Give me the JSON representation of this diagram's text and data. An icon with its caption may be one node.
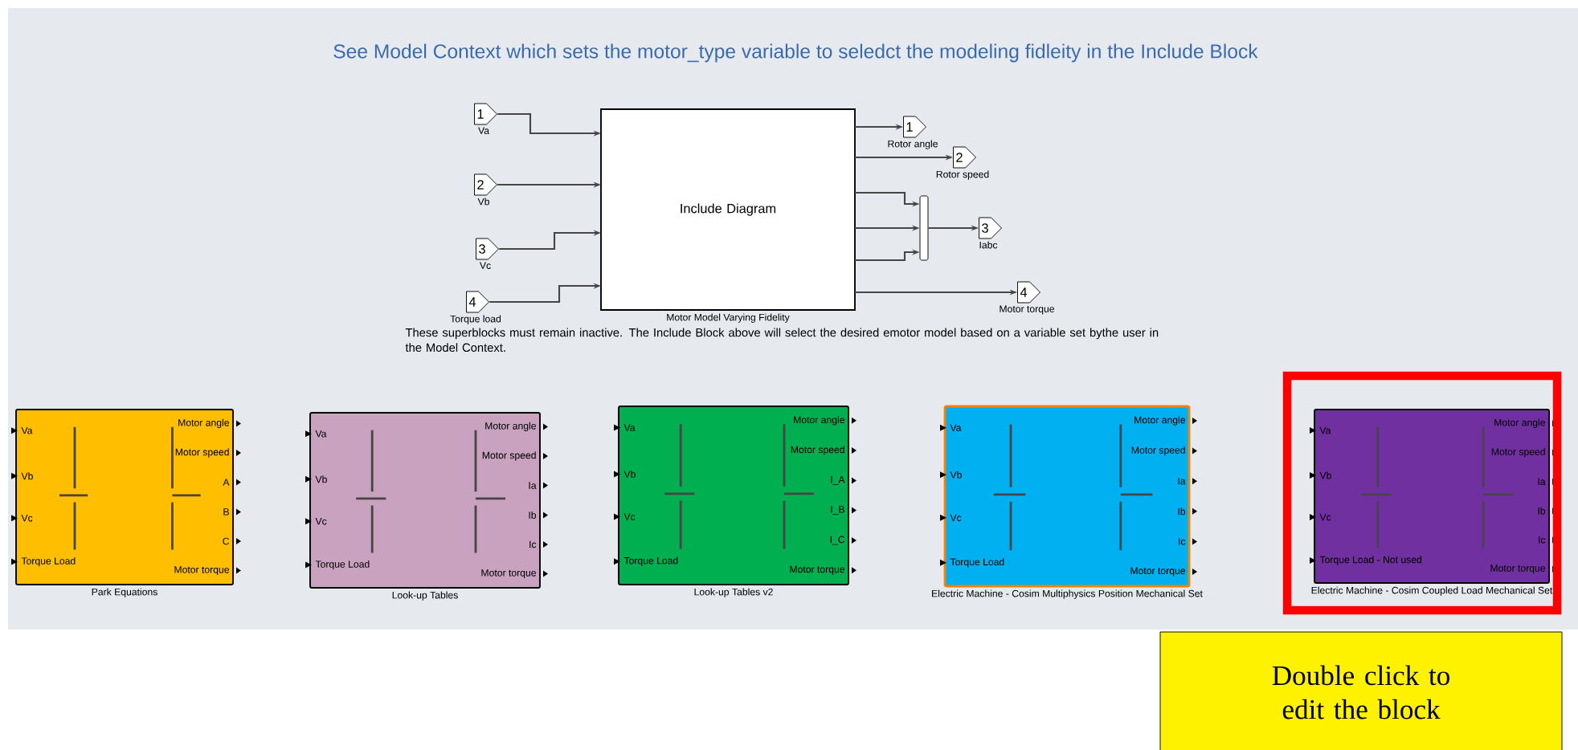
{
  "diagram": {
    "title": "See Model Context which sets the motor_type variable to seledct the modeling fidleity  in the Include Block",
    "nodes": [
      {
        "text": [
          "1"
        ],
        "beside": [
          "Va"
        ]
      },
      {
        "text": [
          "2"
        ],
        "beside": [
          "Vb"
        ]
      },
      {
        "text": [
          "3"
        ],
        "beside": [
          "Vc"
        ]
      },
      {
        "text": [
          "4"
        ],
        "beside": [
          "Torque load"
        ]
      },
      {
        "text": [
          "Include Diagram"
        ],
        "beside": [
          "Motor Model Varying Fidelity"
        ]
      },
      {
        "text": [
          "1"
        ],
        "beside": [
          "Rotor angle"
        ]
      },
      {
        "text": [
          "2"
        ],
        "beside": [
          "Rotor speed"
        ]
      },
      {
        "text": [],
        "shape": "bar"
      },
      {
        "text": [
          "3"
        ],
        "beside": [
          "Iabc"
        ]
      },
      {
        "text": [
          "4"
        ],
        "beside": [
          "Motor torque"
        ]
      },
      {
        "text": [
          "Va",
          "Vb",
          "Vc",
          "Torque Load",
          "Motor angle",
          "Motor speed",
          "A",
          "B",
          "C",
          "Motor torque"
        ],
        "beside": [
          "Park Equations"
        ]
      },
      {
        "text": [
          "Va",
          "Vb",
          "Vc",
          "Torque Load",
          "Motor angle",
          "Motor speed",
          "Ia",
          "Ib",
          "Ic",
          "Motor torque"
        ],
        "beside": [
          "Look-up Tables"
        ]
      },
      {
        "text": [
          "Va",
          "Vb",
          "Vc",
          "Torque Load",
          "Motor angle",
          "Motor speed",
          "I_A",
          "I_B",
          "I_C",
          "Motor torque"
        ],
        "beside": [
          "Look-up Tables v2"
        ]
      },
      {
        "text": [
          "Va",
          "Vb",
          "Vc",
          "Torque Load",
          "Motor angle",
          "Motor speed",
          "Ia",
          "Ib",
          "Ic",
          "Motor torque"
        ],
        "beside": [
          "Electric Machine - Cosim Multiphysics Position Mechanical Set"
        ]
      },
      {
        "text": [
          "Va",
          "Vb",
          "Vc",
          "Torque Load - Not used",
          "Motor angle",
          "Motor speed",
          "Ia",
          "Ib",
          "Ic",
          "Motor torque"
        ],
        "beside": [
          "Electric Machine - Cosim Coupled Load Mechanical Set"
        ]
      },
      {
        "text": [
          "Double click to edit the block"
        ]
      }
    ],
    "edges": [
      {
        "from": 0,
        "to": 4,
        "arrow": "to"
      },
      {
        "from": 1,
        "to": 4,
        "arrow": "to"
      },
      {
        "from": 2,
        "to": 4,
        "arrow": "to"
      },
      {
        "from": 3,
        "to": 4,
        "arrow": "to"
      },
      {
        "from": 4,
        "to": 5,
        "arrow": "to"
      },
      {
        "from": 4,
        "to": 6,
        "arrow": "to"
      },
      {
        "from": 4,
        "to": 7,
        "arrow": "to"
      },
      {
        "from": 4,
        "to": 7,
        "arrow": "to"
      },
      {
        "from": 4,
        "to": 7,
        "arrow": "to"
      },
      {
        "from": 7,
        "to": 8,
        "arrow": "to"
      },
      {
        "from": 4,
        "to": 9,
        "arrow": "to"
      }
    ],
    "labels": [
      "These superblocks must remain inactive.  The Include Block above will select the desired emotor model based on a variable set bythe user in the Model Context."
    ]
  }
}
